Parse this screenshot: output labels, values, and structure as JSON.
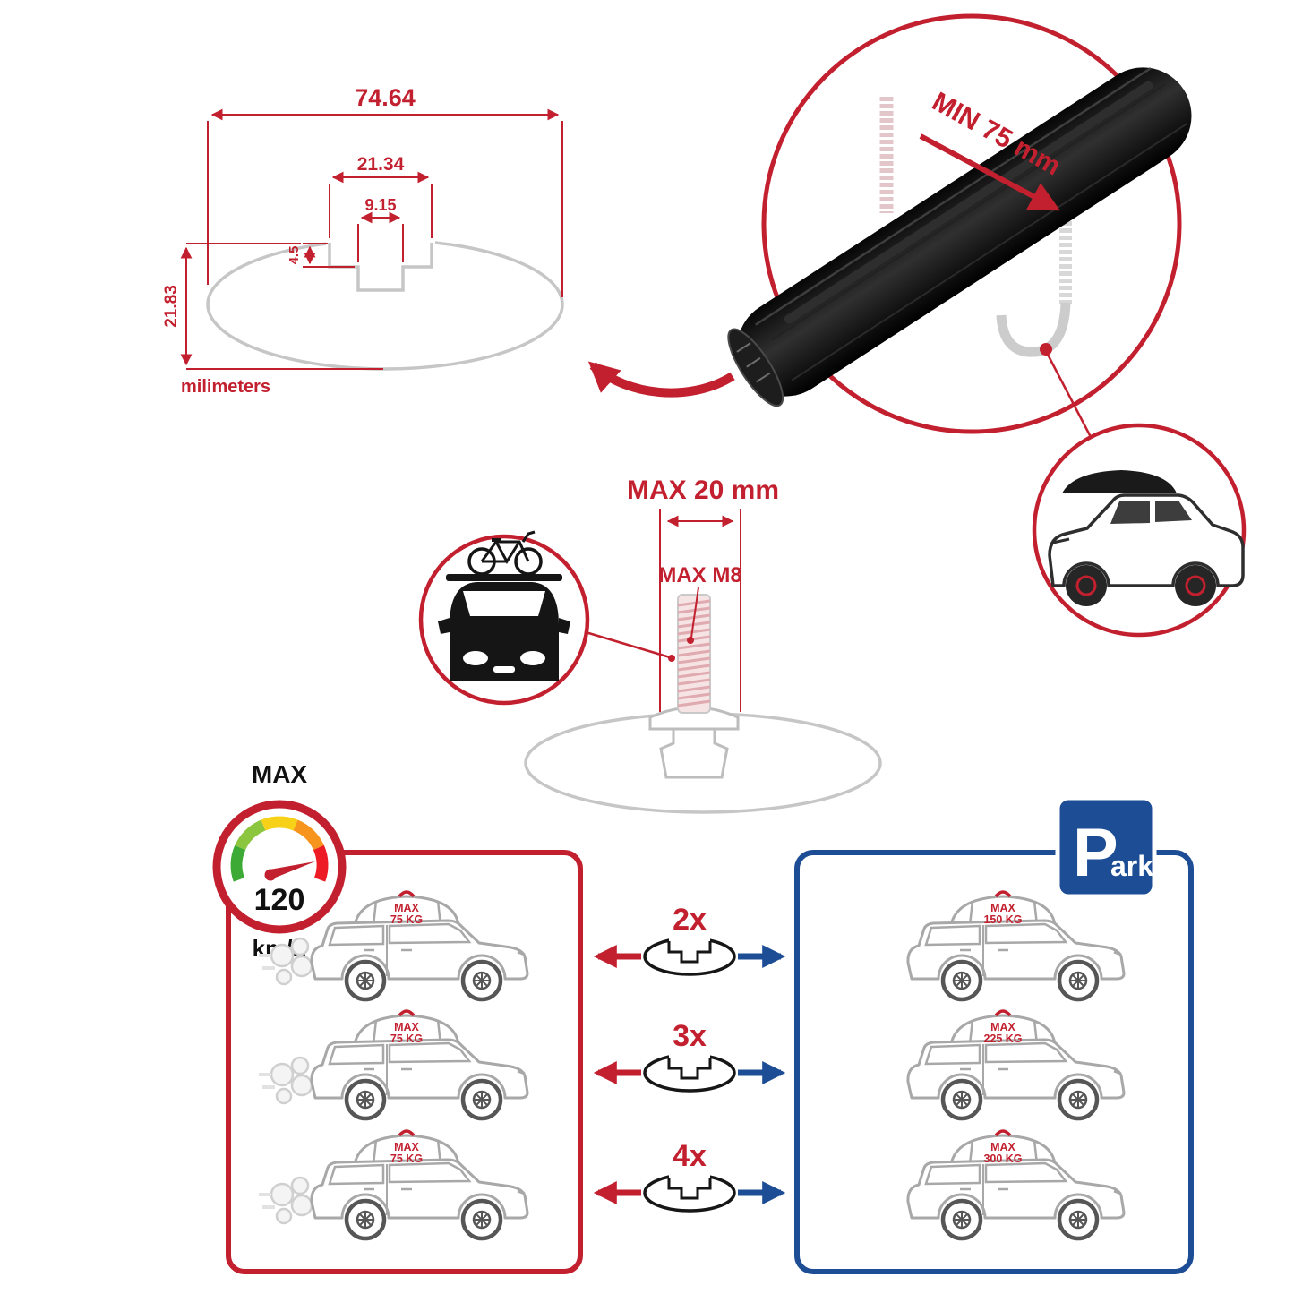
{
  "colors": {
    "accent_red": "#c3202f",
    "accent_blue": "#1d4d94",
    "outline_gray": "#c6c6c6",
    "ink_black": "#111111"
  },
  "dimensions": {
    "total_width": "74.64",
    "channel_width": "21.34",
    "slot_width": "9.15",
    "lip_depth": "4.5",
    "height": "21.83",
    "units_label": "milimeters"
  },
  "clamp_detail": {
    "min_spacing_label": "MIN 75 mm"
  },
  "bolt_detail": {
    "max_length_label": "MAX 20 mm",
    "max_thread_label": "MAX M8"
  },
  "speedometer": {
    "title": "MAX",
    "value": "120",
    "units": "km/h"
  },
  "park_sign": {
    "initial": "P",
    "rest": "ark"
  },
  "load_rows": [
    {
      "multiplier": "2x",
      "driving_label_line1": "MAX",
      "driving_label_line2": "75 KG",
      "parked_label_line1": "MAX",
      "parked_label_line2": "150 KG"
    },
    {
      "multiplier": "3x",
      "driving_label_line1": "MAX",
      "driving_label_line2": "75 KG",
      "parked_label_line1": "MAX",
      "parked_label_line2": "225 KG"
    },
    {
      "multiplier": "4x",
      "driving_label_line1": "MAX",
      "driving_label_line2": "75 KG",
      "parked_label_line1": "MAX",
      "parked_label_line2": "300 KG"
    }
  ]
}
